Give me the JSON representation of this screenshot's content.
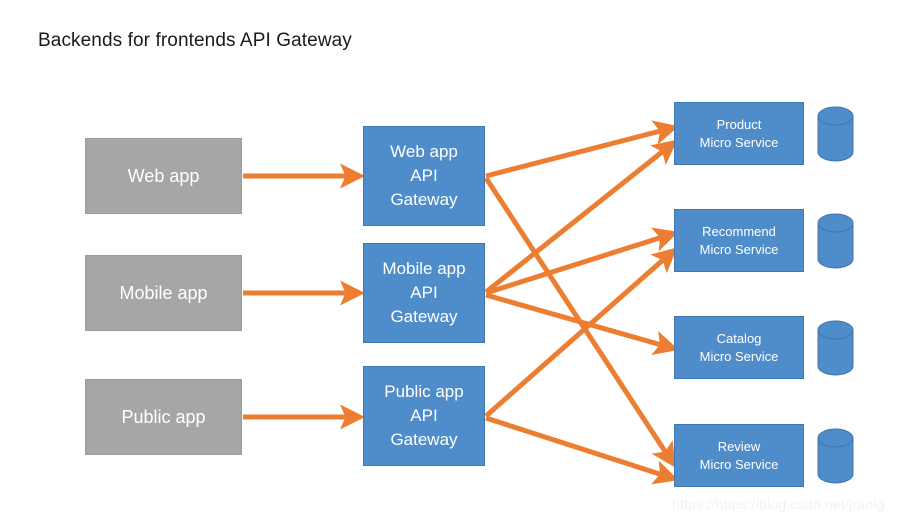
{
  "page": {
    "title": "Backends for frontends API Gateway",
    "watermark": "https://https://blog.csdn.net/jranlg",
    "colors": {
      "client_fill": "#a6a6a6",
      "service_fill": "#4e8cca",
      "gateway_fill": "#4e8cca",
      "arrow": "#ed7d31",
      "background": "#ffffff",
      "text_on_shape": "#ffffff",
      "title_text": "#1a1a1a"
    }
  },
  "clients": [
    {
      "label": "Web app"
    },
    {
      "label": "Mobile app"
    },
    {
      "label": "Public app"
    }
  ],
  "gateways": [
    {
      "line1": "Web app",
      "line2": "API",
      "line3": "Gateway"
    },
    {
      "line1": "Mobile app",
      "line2": "API",
      "line3": "Gateway"
    },
    {
      "line1": "Public app",
      "line2": "API",
      "line3": "Gateway"
    }
  ],
  "services": [
    {
      "line1": "Product",
      "line2": "Micro Service",
      "database": "database-cylinder"
    },
    {
      "line1": "Recommend",
      "line2": "Micro Service",
      "database": "database-cylinder"
    },
    {
      "line1": "Catalog",
      "line2": "Micro Service",
      "database": "database-cylinder"
    },
    {
      "line1": "Review",
      "line2": "Micro Service",
      "database": "database-cylinder"
    }
  ],
  "connections": {
    "client_to_gateway": [
      {
        "from": "Web app",
        "to": "Web app API Gateway"
      },
      {
        "from": "Mobile app",
        "to": "Mobile app API Gateway"
      },
      {
        "from": "Public app",
        "to": "Public app API Gateway"
      }
    ],
    "gateway_to_service": [
      {
        "from": "Web app API Gateway",
        "to": "Product Micro Service"
      },
      {
        "from": "Web app API Gateway",
        "to": "Review Micro Service"
      },
      {
        "from": "Mobile app API Gateway",
        "to": "Product Micro Service"
      },
      {
        "from": "Mobile app API Gateway",
        "to": "Recommend Micro Service"
      },
      {
        "from": "Mobile app API Gateway",
        "to": "Catalog Micro Service"
      },
      {
        "from": "Public app API Gateway",
        "to": "Recommend Micro Service"
      },
      {
        "from": "Public app API Gateway",
        "to": "Review Micro Service"
      }
    ]
  }
}
